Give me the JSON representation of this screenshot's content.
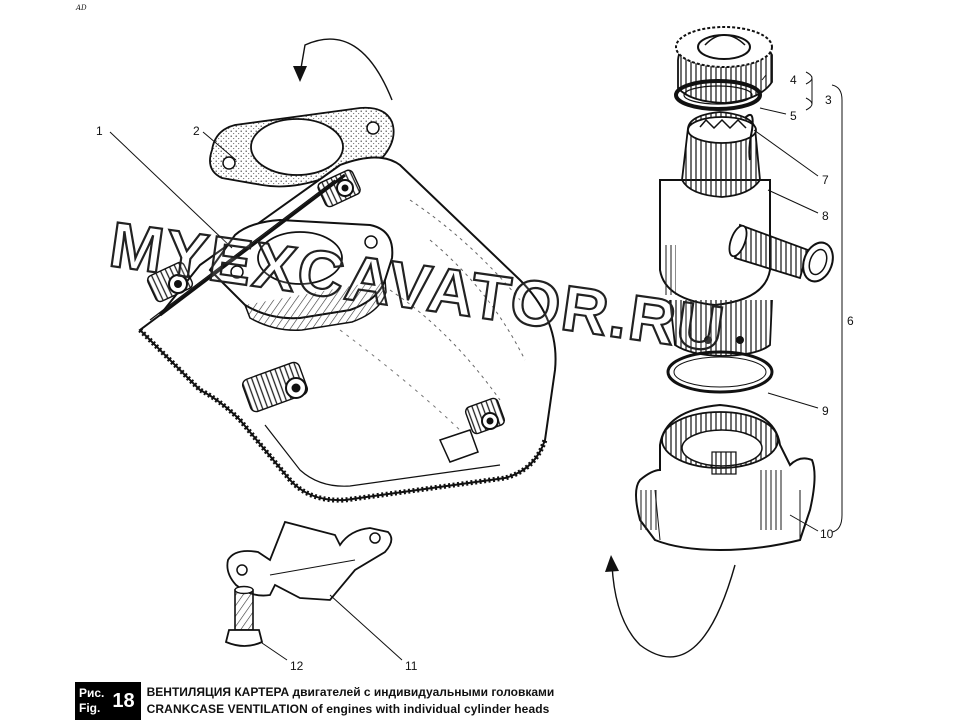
{
  "corner_mark": "AD",
  "watermark": "MYEXCAVATOR.RU",
  "caption": {
    "fig_label_ru": "Рис.",
    "fig_label_en": "Fig.",
    "fig_number": "18",
    "title_ru_bold": "ВЕНТИЛЯЦИЯ КАРТЕРА",
    "title_ru_rest": " двигателей с индивидуальными головками",
    "title_en_bold": "CRANKCASE VENTILATION",
    "title_en_rest": " of engines with individual cylinder heads"
  },
  "callouts": {
    "c1": "1",
    "c2": "2",
    "c3": "3",
    "c4": "4",
    "c5": "5",
    "c6": "6",
    "c7": "7",
    "c8": "8",
    "c9": "9",
    "c10": "10",
    "c11": "11",
    "c12": "12"
  }
}
